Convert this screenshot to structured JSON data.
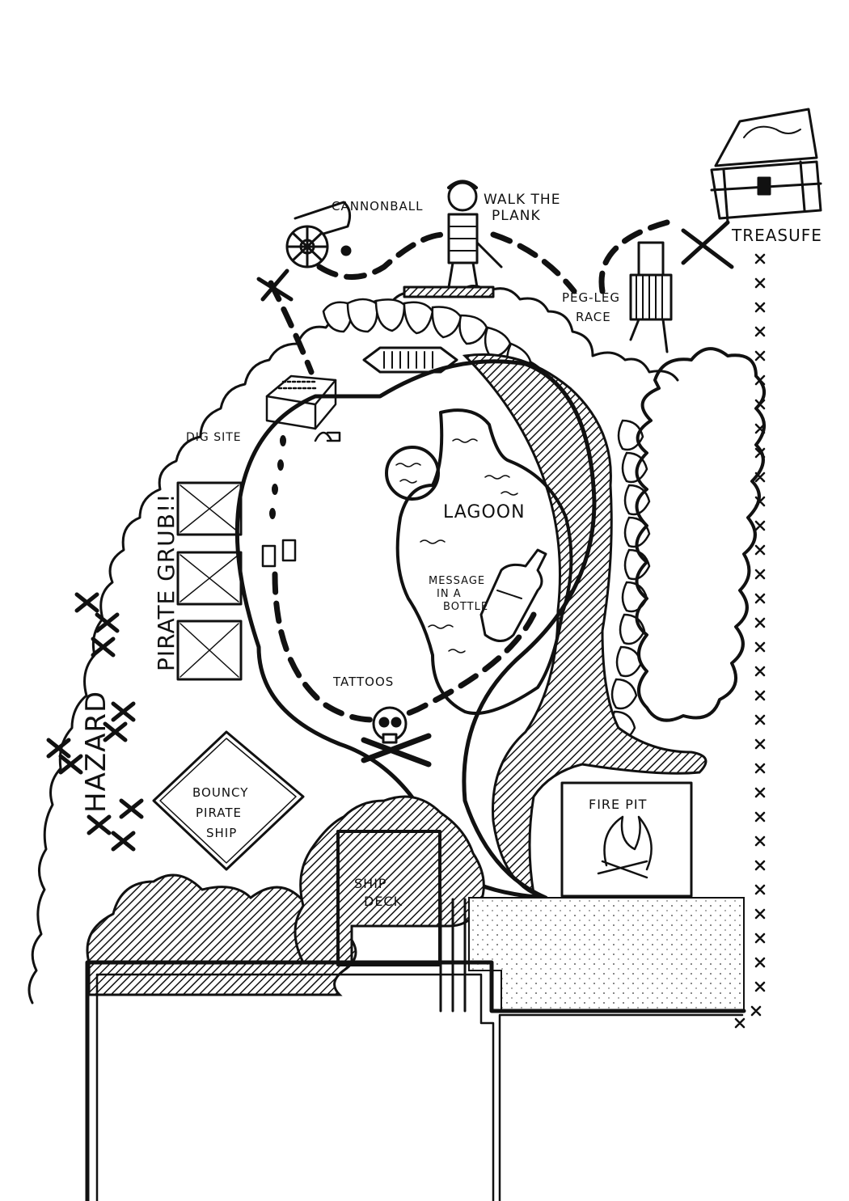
{
  "map": {
    "labels": {
      "cannonball": "CANNONBALL",
      "walk_the_plank_1": "WALK THE",
      "walk_the_plank_2": "PLANK",
      "treasure": "TREASUFE",
      "peg_leg_race_1": "PEG-LEG",
      "peg_leg_race_2": "RACE",
      "dig_site": "DIG SITE",
      "pirate_grub": "PIRATE GRUB!!",
      "lagoon": "LAGOON",
      "message_in_bottle_1": "MESSAGE",
      "message_in_bottle_2": "IN A",
      "message_in_bottle_3": "BOTTLE",
      "tattoos": "TATTOOS",
      "hazard": "HAZARD",
      "bouncy_1": "BOUNCY",
      "bouncy_2": "PIRATE",
      "bouncy_3": "SHIP",
      "ship_deck_1": "SHIP",
      "ship_deck_2": "DECK",
      "fire_pit": "FIRE PIT"
    },
    "icons": [
      "treasure-chest-icon",
      "cannon-icon",
      "pirate-icon",
      "peg-leg-pirate-icon",
      "x-mark-icon",
      "dig-box-icon",
      "bottle-icon",
      "skull-crossbones-icon",
      "fire-icon",
      "footprints-icon",
      "shovel-icon"
    ],
    "ink_color": "#111111",
    "paper_color": "#ffffff"
  }
}
